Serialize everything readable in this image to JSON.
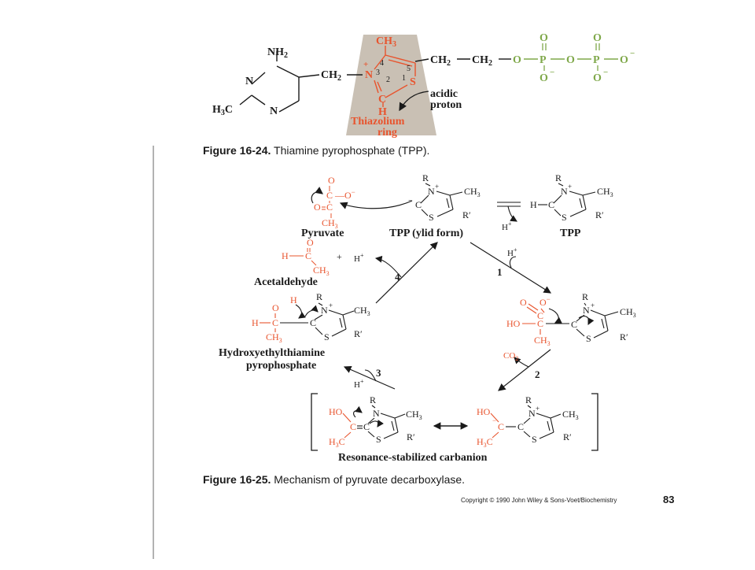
{
  "colors": {
    "accent": "#e8542e",
    "green": "#7fa84a",
    "ring_fill": "#c9c0b4",
    "text": "#1a1a1a"
  },
  "tpp_structure": {
    "nh2": "NH",
    "nh2_sub": "2",
    "n_top": "N",
    "n_bottom": "N",
    "h3c": "H",
    "h3c_sub": "3",
    "h3c_c": "C",
    "ch2_link": "CH",
    "ch2_link_sub": "2",
    "ring_ch3": "CH",
    "ring_ch3_sub": "3",
    "ring_n": "N",
    "ring_s": "S",
    "ring_c": "C",
    "ring_h": "H",
    "plus": "+",
    "num_1": "1",
    "num_2": "2",
    "num_3": "3",
    "num_4": "4",
    "num_5": "5",
    "chain_a": "CH",
    "chain_a_sub": "2",
    "chain_b": "CH",
    "chain_b_sub": "2",
    "o_link": "O",
    "p1": "P",
    "p2": "P",
    "o_bridge": "O",
    "o_top1": "O",
    "o_top2": "O",
    "o_bot1": "O",
    "o_bot2": "O",
    "o_end": "O",
    "minus": "−",
    "acidic": "acidic",
    "proton": "proton",
    "ring_label_1": "Thiazolium",
    "ring_label_2": "ring"
  },
  "figure_24_caption": {
    "label": "Figure 16-24.",
    "text": " Thiamine pyrophosphate (TPP)."
  },
  "mechanism": {
    "pyruvate_label": "Pyruvate",
    "tpp_ylid_label": "TPP (ylid form)",
    "tpp_label": "TPP",
    "acetaldehyde_label": "Acetaldehyde",
    "htpp_label_1": "Hydroxyethylthiamine",
    "htpp_label_2": "pyrophosphate",
    "carbanion_label": "Resonance-stabilized carbanion",
    "step_1": "1",
    "step_2": "2",
    "step_3": "3",
    "step_4": "4",
    "h_plus": "H",
    "co2": "CO",
    "co2_sub": "2",
    "R": "R",
    "R_prime": "R′",
    "N": "N",
    "S": "S",
    "C": "C",
    "O": "O",
    "H": "H",
    "HO": "HO",
    "CH3": "CH",
    "H3C": "H",
    "sub3": "3",
    "plus": "+",
    "minus": "−"
  },
  "figure_25_caption": {
    "label": "Figure 16-25.",
    "text": " Mechanism of pyruvate decarboxylase."
  },
  "footer": {
    "copyright": "Copyright © 1990 John Wiley & Sons-Voet/Biochemistry",
    "page": "83"
  }
}
